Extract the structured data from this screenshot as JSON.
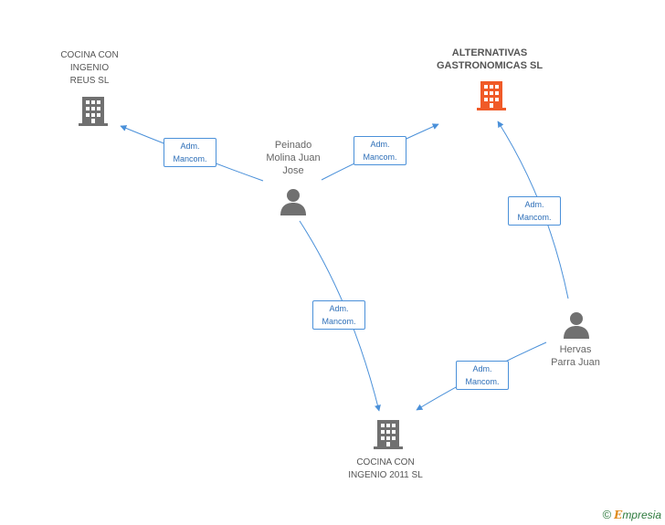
{
  "colors": {
    "edge": "#4a90d9",
    "icon_gray": "#707070",
    "icon_focus": "#f05a28"
  },
  "nodes": {
    "cocina_reus": {
      "lines": [
        "COCINA CON",
        "INGENIO",
        "REUS  SL"
      ],
      "icon": "building-icon"
    },
    "alternativas": {
      "lines": [
        "ALTERNATIVAS",
        "GASTRONOMICAS SL"
      ],
      "icon": "building-icon",
      "highlighted": true
    },
    "cocina_2011": {
      "lines": [
        "COCINA CON",
        "INGENIO 2011 SL"
      ],
      "icon": "building-icon"
    },
    "peinado": {
      "lines": [
        "Peinado",
        "Molina Juan",
        "Jose"
      ],
      "icon": "person-icon"
    },
    "hervas": {
      "lines": [
        "Hervas",
        "Parra Juan"
      ],
      "icon": "person-icon"
    }
  },
  "edges": [
    {
      "from": "peinado",
      "to": "cocina_reus",
      "label": [
        "Adm.",
        "Mancom."
      ]
    },
    {
      "from": "peinado",
      "to": "alternativas",
      "label": [
        "Adm.",
        "Mancom."
      ]
    },
    {
      "from": "peinado",
      "to": "cocina_2011",
      "label": [
        "Adm.",
        "Mancom."
      ]
    },
    {
      "from": "hervas",
      "to": "alternativas",
      "label": [
        "Adm.",
        "Mancom."
      ]
    },
    {
      "from": "hervas",
      "to": "cocina_2011",
      "label": [
        "Adm.",
        "Mancom."
      ]
    }
  ],
  "footer": {
    "symbol": "©",
    "brand_first": "E",
    "brand_rest": "mpresia"
  }
}
